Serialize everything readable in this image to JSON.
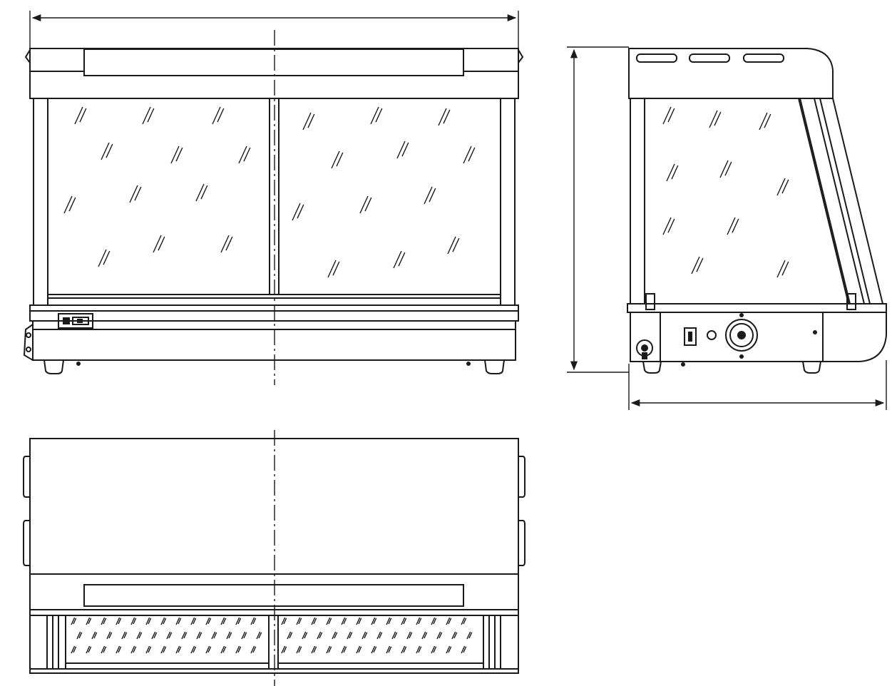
{
  "drawing": {
    "type": "technical drawing",
    "views": [
      {
        "id": "front-view"
      },
      {
        "id": "side-view"
      },
      {
        "id": "top-view"
      }
    ],
    "dimension_labels": []
  }
}
